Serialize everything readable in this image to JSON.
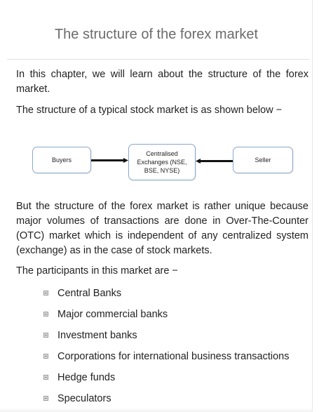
{
  "article": {
    "title": "The structure of the forex market",
    "intro": "In this chapter, we will learn about the structure of the forex market.",
    "stock_intro": "The structure of a typical stock market is as shown below −",
    "forex_explanation": "But the structure of the forex market is rather unique because major volumes of transactions are done in Over-The-Counter (OTC) market which is independent of any centralized system (exchange) as in the case of stock markets.",
    "participants_intro": "The participants in this market are −"
  },
  "diagram": {
    "buyers": "Buyers",
    "exchange": "Centralised Exchanges (NSE, BSE, NYSE)",
    "seller": "Seller"
  },
  "participants": [
    "Central Banks",
    "Major commercial banks",
    "Investment banks",
    "Corporations for international business transactions",
    "Hedge funds",
    "Speculators"
  ]
}
